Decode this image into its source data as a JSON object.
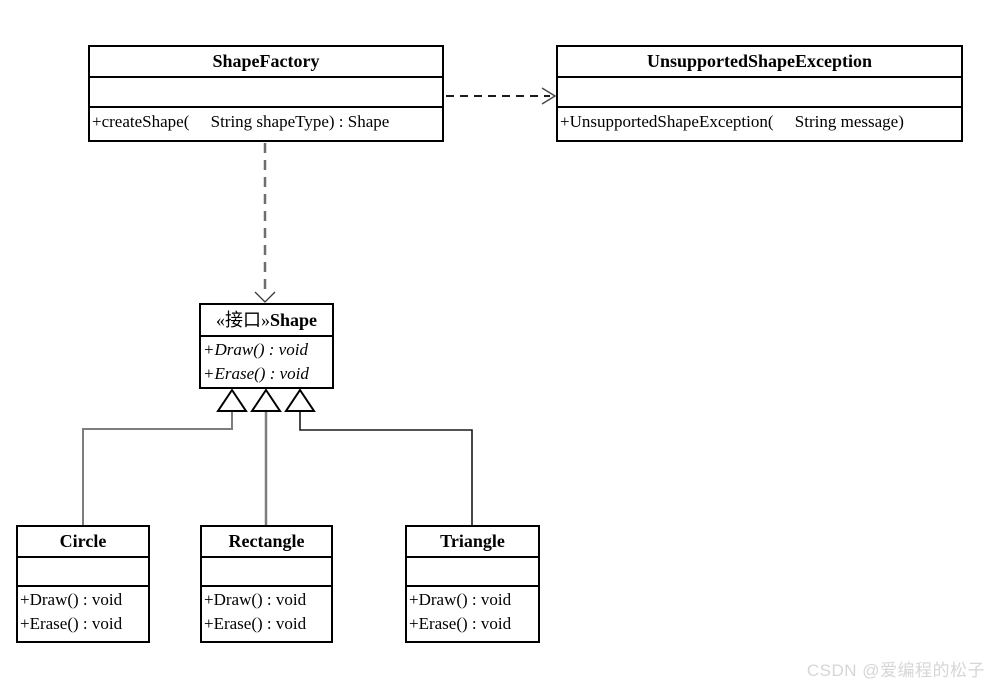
{
  "diagram": {
    "classes": {
      "shape_factory": {
        "name": "ShapeFactory",
        "method": "+createShape(     String shapeType) : Shape"
      },
      "unsupported_shape_exception": {
        "name": "UnsupportedShapeException",
        "method": "+UnsupportedShapeException(     String message)"
      },
      "shape_interface": {
        "stereotype": "«接口»",
        "name": "Shape",
        "methods": [
          "+Draw() : void",
          "+Erase() : void"
        ]
      },
      "circle": {
        "name": "Circle",
        "methods": [
          "+Draw() : void",
          "+Erase() : void"
        ]
      },
      "rectangle": {
        "name": "Rectangle",
        "methods": [
          "+Draw() : void",
          "+Erase() : void"
        ]
      },
      "triangle": {
        "name": "Triangle",
        "methods": [
          "+Draw() : void",
          "+Erase() : void"
        ]
      }
    },
    "relationships": [
      {
        "type": "dependency",
        "from": "ShapeFactory",
        "to": "UnsupportedShapeException",
        "style": "dashed-open-arrow"
      },
      {
        "type": "dependency",
        "from": "ShapeFactory",
        "to": "Shape",
        "style": "dashed-open-arrow"
      },
      {
        "type": "realization",
        "from": "Circle",
        "to": "Shape",
        "style": "solid-hollow-triangle"
      },
      {
        "type": "realization",
        "from": "Rectangle",
        "to": "Shape",
        "style": "solid-hollow-triangle"
      },
      {
        "type": "realization",
        "from": "Triangle",
        "to": "Shape",
        "style": "solid-hollow-triangle"
      }
    ],
    "watermark": "CSDN @爱编程的松子",
    "colors": {
      "box_border": "#000000",
      "line_black": "#1a1a1a",
      "line_gray": "#7d7d7d",
      "watermark": "#d6d6d6",
      "background": "#ffffff"
    }
  }
}
